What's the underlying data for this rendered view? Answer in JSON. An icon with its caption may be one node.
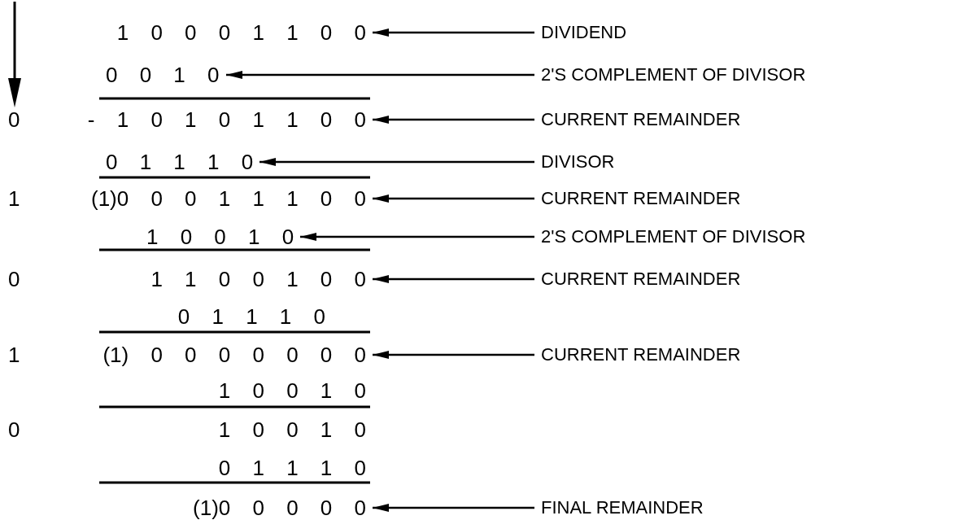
{
  "diagram": {
    "nodes": [
      {
        "text": [
          "1 0 0 0 1 1 0 0"
        ]
      },
      {
        "text": [
          "DIVIDEND"
        ]
      },
      {
        "text": [
          "0 0 1 0"
        ]
      },
      {
        "text": [
          "2'S COMPLEMENT OF DIVISOR"
        ]
      },
      {
        "text": [
          "- 1 0 1 0 1 1 0 0"
        ]
      },
      {
        "text": [
          "CURRENT REMAINDER"
        ]
      },
      {
        "text": [
          "0 1 1 1 0"
        ]
      },
      {
        "text": [
          "DIVISOR"
        ]
      },
      {
        "text": [
          "(1)0 0 0 1 1 1 0 0"
        ]
      },
      {
        "text": [
          "CURRENT REMAINDER"
        ]
      },
      {
        "text": [
          "1 0 0 1 0"
        ]
      },
      {
        "text": [
          "2'S COMPLEMENT OF DIVISOR"
        ]
      },
      {
        "text": [
          "1 1 0 0 1 0 0"
        ]
      },
      {
        "text": [
          "CURRENT REMAINDER"
        ]
      },
      {
        "text": [
          "(1) 0 0 0 0 0 0 0"
        ]
      },
      {
        "text": [
          "CURRENT REMAINDER"
        ]
      },
      {
        "text": [
          "(1)0 0 0 0 0"
        ]
      },
      {
        "text": [
          "FINAL REMAINDER"
        ]
      }
    ],
    "edges": [
      {
        "from": 1,
        "to": 0,
        "arrow": "to"
      },
      {
        "from": 3,
        "to": 2,
        "arrow": "to"
      },
      {
        "from": 5,
        "to": 4,
        "arrow": "to"
      },
      {
        "from": 7,
        "to": 6,
        "arrow": "to"
      },
      {
        "from": 9,
        "to": 8,
        "arrow": "to"
      },
      {
        "from": 11,
        "to": 10,
        "arrow": "to"
      },
      {
        "from": 13,
        "to": 12,
        "arrow": "to"
      },
      {
        "from": 15,
        "to": 14,
        "arrow": "to"
      },
      {
        "from": 17,
        "to": 16,
        "arrow": "to"
      }
    ],
    "labels": [
      "0",
      "1",
      "0",
      "0 1 1 1 0",
      "1",
      "1 0 0 1 0",
      "0",
      "1 0 0 1 0",
      "0 1 1 1 0"
    ]
  }
}
